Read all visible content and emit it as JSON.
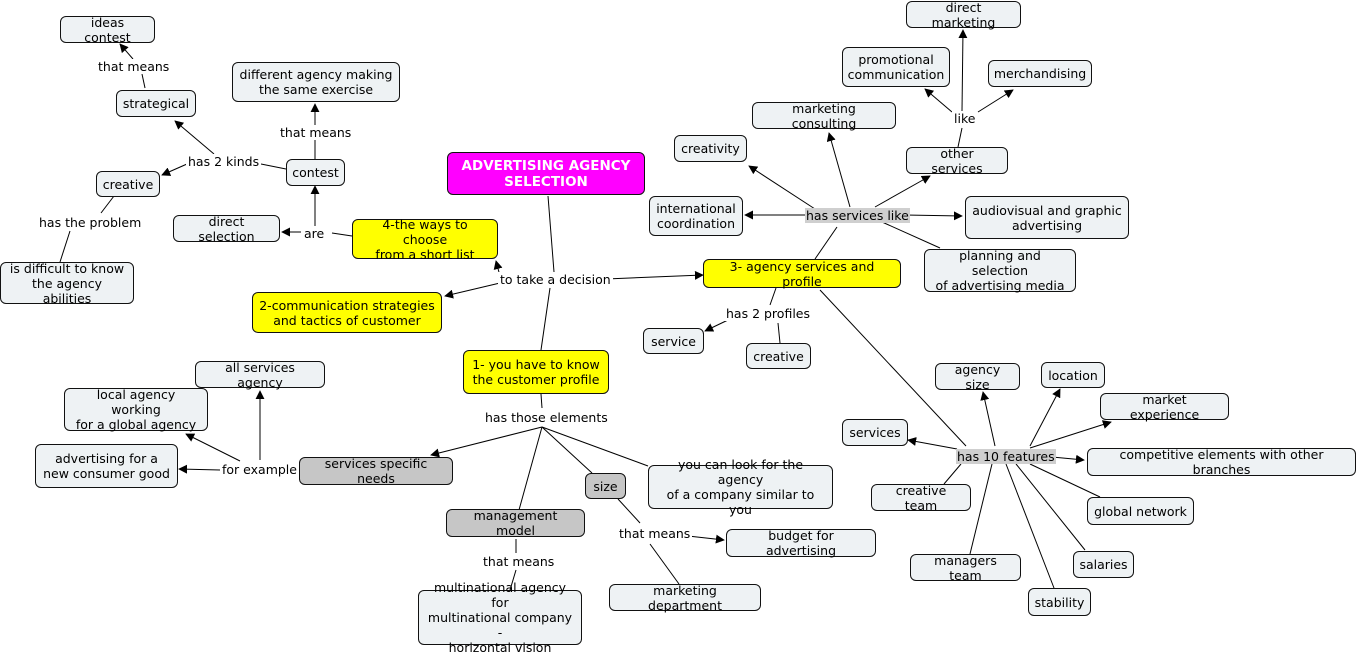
{
  "title": "ADVERTISING AGENCY\nSELECTION",
  "center_phrase": "to take a decision",
  "nodes": {
    "customer_profile": "1- you have to know\nthe customer profile",
    "communication": "2-communication strategies\nand tactics of customer",
    "agency_services": "3- agency services and profile",
    "ways_to_choose": "4-the ways to choose\nfrom a short list",
    "direct_selection": "direct selection",
    "contest": "contest",
    "different_agency": "different agency making\nthe same exercise",
    "strategical": "strategical",
    "ideas_contest": "ideas contest",
    "creative": "creative",
    "difficult": "is difficult to know\nthe agency abilities",
    "services_specific": "services specific needs",
    "all_services": "all services agency",
    "local_agency": "local agency working\nfor a global agency",
    "advertising_new": "advertising for a\nnew consumer good",
    "management_model": "management model",
    "multinational": "multinational agency for\nmultinational company -\nhorizontal vision",
    "size": "size",
    "budget": "budget for advertising",
    "marketing_dept": "marketing department",
    "similar_company": "you can look for the agency\nof a company similar to you",
    "profile_service": "service",
    "profile_creative": "creative",
    "intl_coordination": "international\ncoordination",
    "creativity": "creativity",
    "marketing_consulting": "marketing consulting",
    "other_services": "other services",
    "direct_marketing": "direct marketing",
    "promotional": "promotional\ncommunication",
    "merchandising": "merchandising",
    "audiovisual": "audiovisual and graphic\nadvertising",
    "planning_media": "planning and selection\nof advertising media",
    "feat_services": "services",
    "agency_size": "agency size",
    "location": "location",
    "market_experience": "market experience",
    "competitive": "competitive elements with other branches",
    "creative_team": "creative team",
    "global_network": "global network",
    "managers_team": "managers team",
    "salaries": "salaries",
    "stability": "stability"
  },
  "labels": {
    "has_those_elements": "has those elements",
    "for_example": "for example",
    "that_means_mgmt": "that means",
    "that_means_size": "that means",
    "are": "are",
    "that_means_contest": "that means",
    "has_2_kinds": "has 2 kinds",
    "that_means_strategical": "that means",
    "has_the_problem": "has the problem",
    "has_2_profiles": "has 2 profiles",
    "has_services_like": "has services like",
    "like": "like",
    "has_10_features": "has 10 features"
  },
  "colors": {
    "title": "#ff00ff",
    "highlight": "#ffff00",
    "grey_node": "#c6c6c6",
    "node": "#eef2f4"
  }
}
